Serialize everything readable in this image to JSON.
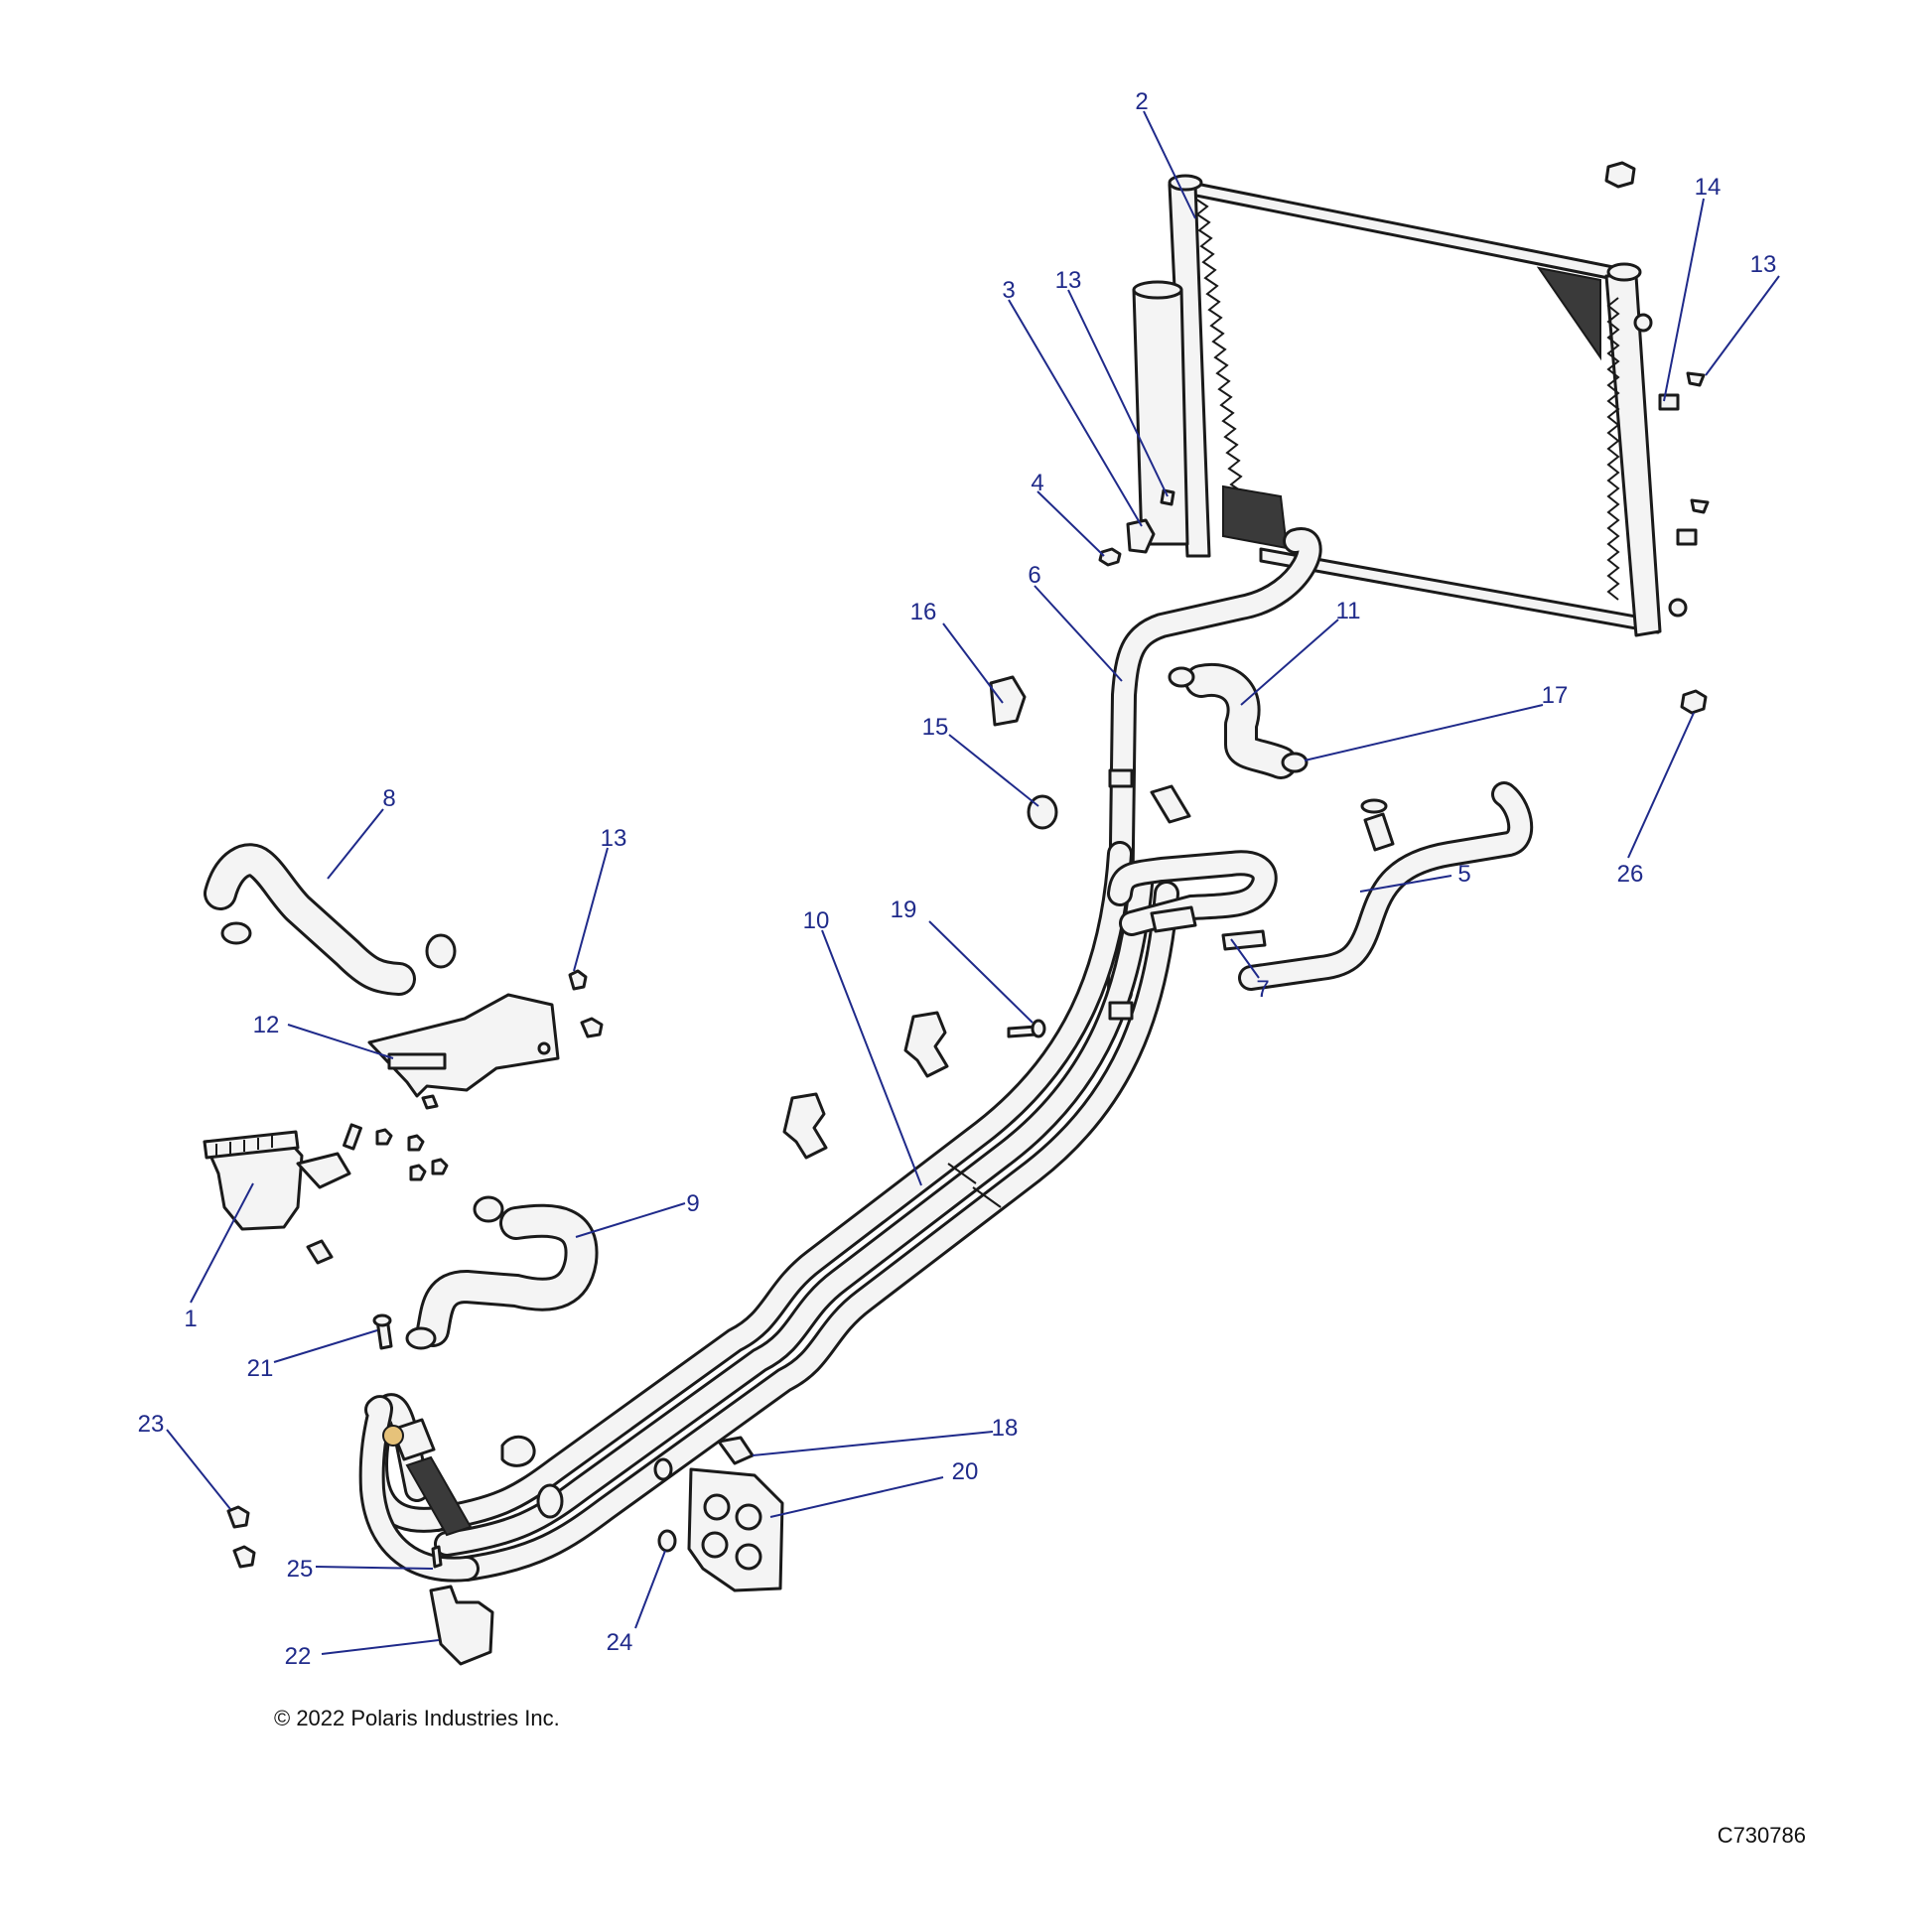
{
  "callouts": [
    {
      "id": "c1",
      "label": "1"
    },
    {
      "id": "c2",
      "label": "2"
    },
    {
      "id": "c3",
      "label": "3"
    },
    {
      "id": "c4",
      "label": "4"
    },
    {
      "id": "c5",
      "label": "5"
    },
    {
      "id": "c6",
      "label": "6"
    },
    {
      "id": "c7",
      "label": "7"
    },
    {
      "id": "c8",
      "label": "8"
    },
    {
      "id": "c9",
      "label": "9"
    },
    {
      "id": "c10",
      "label": "10"
    },
    {
      "id": "c11",
      "label": "11"
    },
    {
      "id": "c12",
      "label": "12"
    },
    {
      "id": "c13a",
      "label": "13"
    },
    {
      "id": "c13b",
      "label": "13"
    },
    {
      "id": "c13c",
      "label": "13"
    },
    {
      "id": "c14",
      "label": "14"
    },
    {
      "id": "c15",
      "label": "15"
    },
    {
      "id": "c16",
      "label": "16"
    },
    {
      "id": "c17",
      "label": "17"
    },
    {
      "id": "c18",
      "label": "18"
    },
    {
      "id": "c19",
      "label": "19"
    },
    {
      "id": "c20",
      "label": "20"
    },
    {
      "id": "c21",
      "label": "21"
    },
    {
      "id": "c22",
      "label": "22"
    },
    {
      "id": "c23",
      "label": "23"
    },
    {
      "id": "c24",
      "label": "24"
    },
    {
      "id": "c25",
      "label": "25"
    },
    {
      "id": "c26",
      "label": "26"
    }
  ],
  "footer": {
    "copyright": "© 2022 Polaris Industries Inc.",
    "figure_id": "C730786"
  },
  "colors": {
    "callout": "#1f2a8a",
    "linework": "#1a1a1a",
    "part_fill": "#f4f4f4"
  }
}
